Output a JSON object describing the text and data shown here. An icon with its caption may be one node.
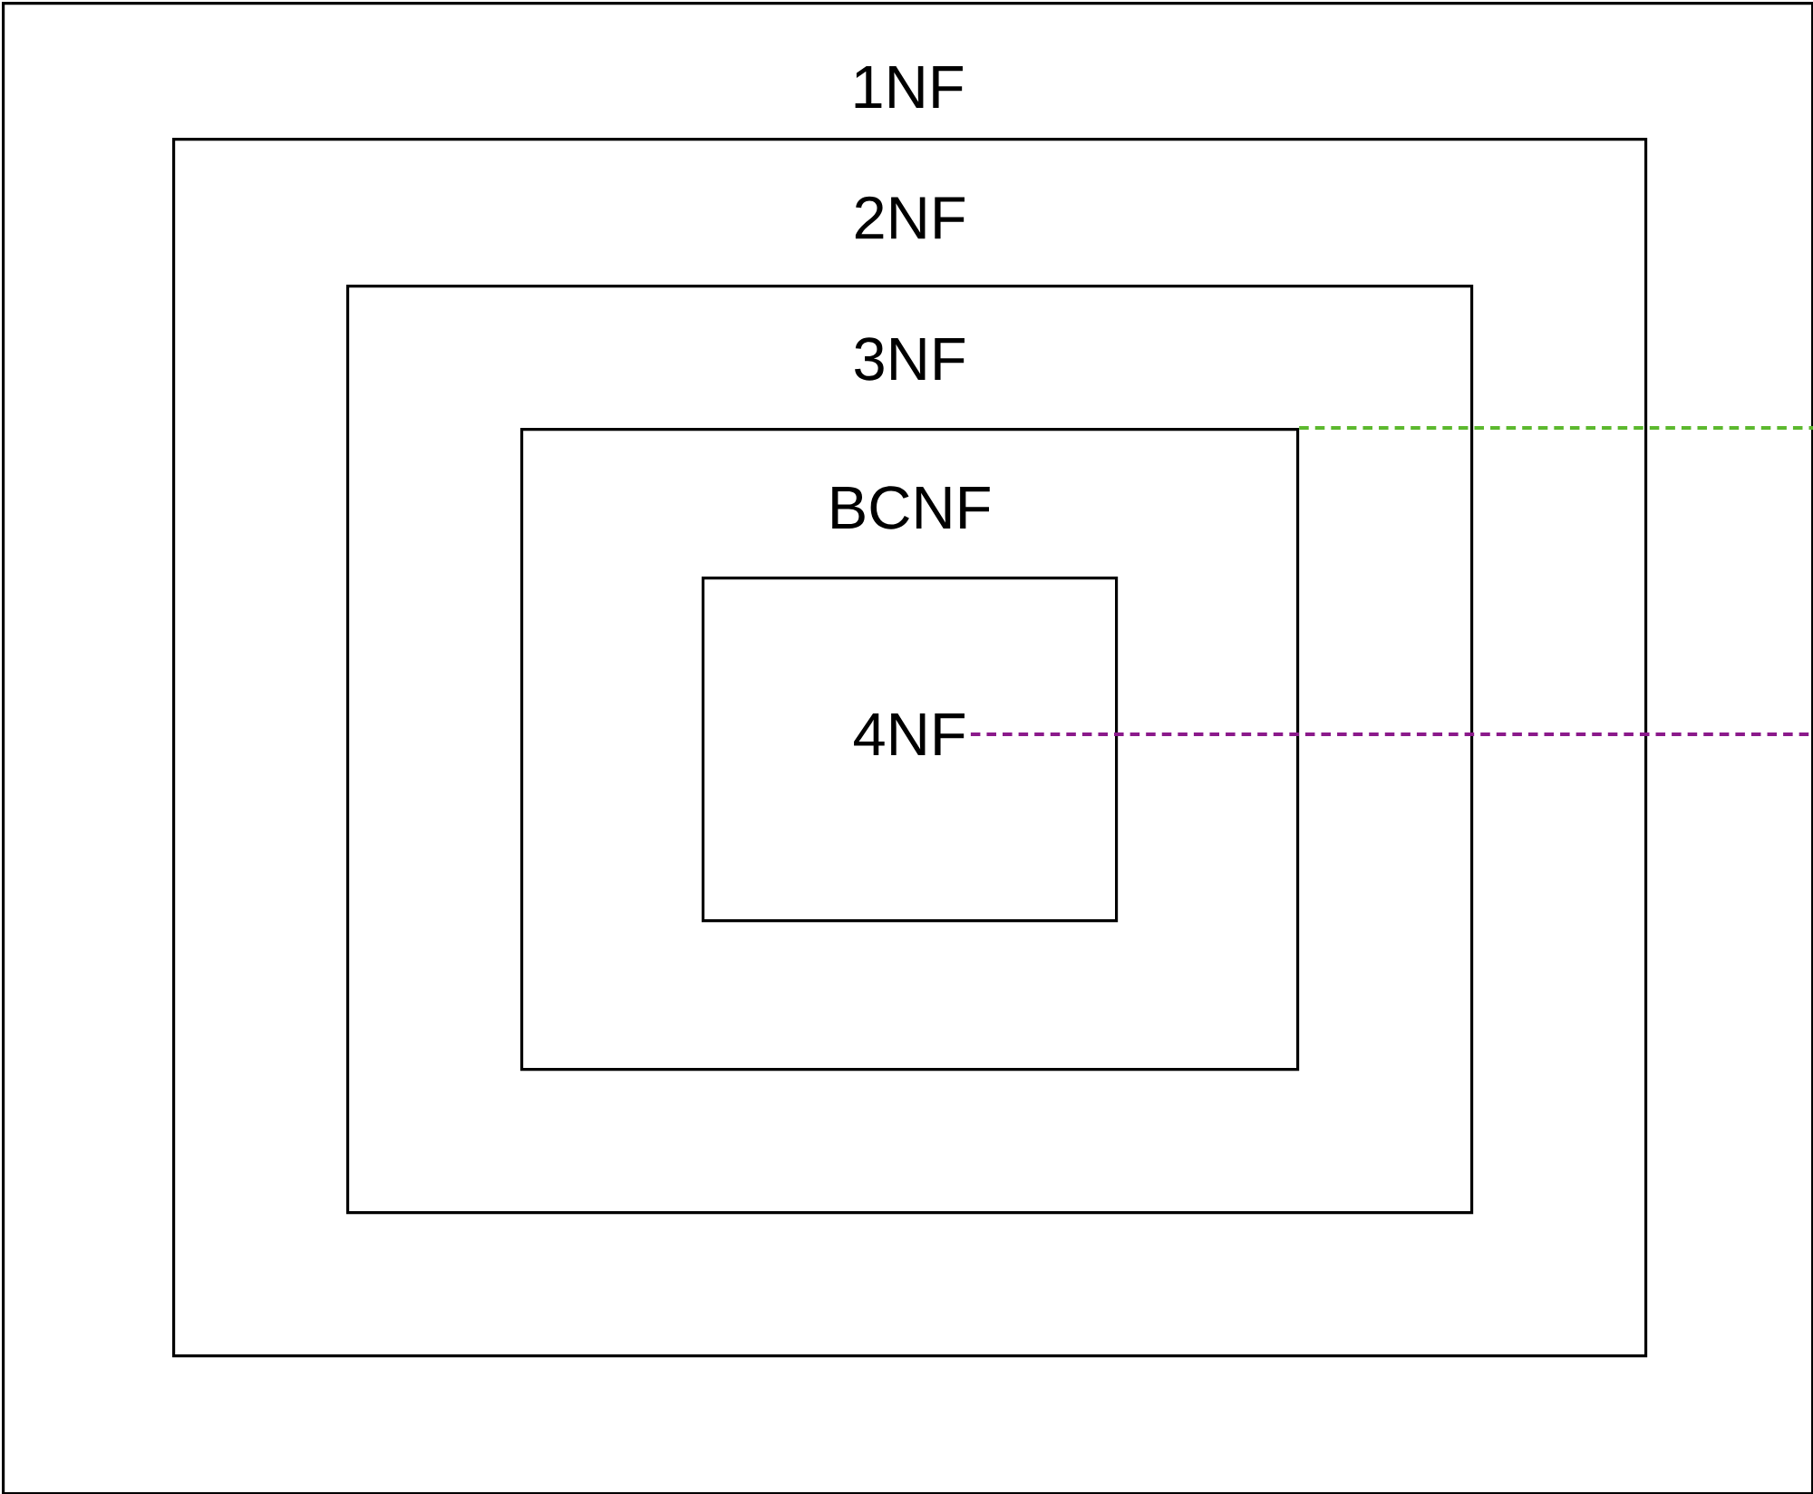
{
  "diagram": {
    "nodes": [
      {
        "text": [
          "1NF"
        ]
      },
      {
        "text": [
          "2NF"
        ],
        "in": 0
      },
      {
        "text": [
          "3NF"
        ],
        "in": 1
      },
      {
        "text": [
          "BCNF"
        ],
        "in": 2
      },
      {
        "text": [
          "4NF"
        ],
        "in": 3
      }
    ],
    "edges": [
      {
        "from": 3,
        "to": null,
        "arrow": "none",
        "style": "dashed",
        "color": "#5cb82e"
      },
      {
        "from": 4,
        "to": null,
        "arrow": "none",
        "style": "dashed",
        "color": "#8b1a8b"
      }
    ]
  }
}
